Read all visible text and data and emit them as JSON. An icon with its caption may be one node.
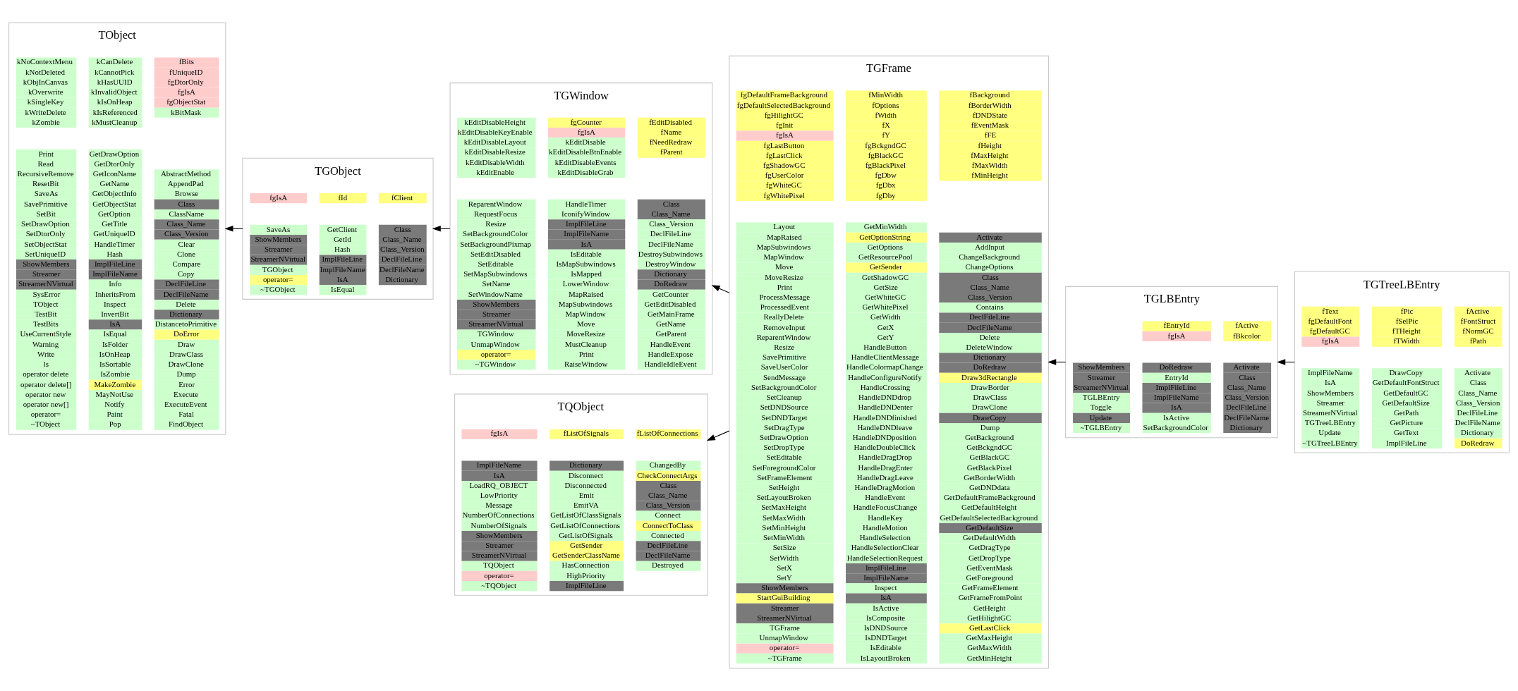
{
  "diagram": {
    "nodes": [
      {
        "text": [
          "TObject",
          "kNoContextMenu",
          "kNotDeleted",
          "kObjInCanvas",
          "kOverwrite",
          "kSingleKey",
          "kWriteDelete",
          "kZombie",
          "kCanDelete",
          "kCannotPick",
          "kHasUUID",
          "kInvalidObject",
          "kIsOnHeap",
          "kIsReferenced",
          "kMustCleanup",
          "fBits",
          "fUniqueID",
          "fgDtorOnly",
          "fgIsA",
          "fgObjectStat",
          "kBitMask",
          "Print",
          "Read",
          "RecursiveRemove",
          "ResetBit",
          "SaveAs",
          "SavePrimitive",
          "SetBit",
          "SetDrawOption",
          "SetDtorOnly",
          "SetObjectStat",
          "SetUniqueID",
          "ShowMembers",
          "Streamer",
          "StreamerNVirtual",
          "SysError",
          "TObject",
          "TestBit",
          "TestBits",
          "UseCurrentStyle",
          "Warning",
          "Write",
          "ls",
          "operator delete",
          "operator delete[]",
          "operator new",
          "operator new[]",
          "operator=",
          "~TObject",
          "GetDrawOption",
          "GetDtorOnly",
          "GetIconName",
          "GetName",
          "GetObjectInfo",
          "GetObjectStat",
          "GetOption",
          "GetTitle",
          "GetUniqueID",
          "HandleTimer",
          "Hash",
          "ImplFileLine",
          "ImplFileName",
          "Info",
          "InheritsFrom",
          "Inspect",
          "InvertBit",
          "IsA",
          "IsEqual",
          "IsFolder",
          "IsOnHeap",
          "IsSortable",
          "IsZombie",
          "MakeZombie",
          "MayNotUse",
          "Notify",
          "Paint",
          "Pop",
          "AbstractMethod",
          "AppendPad",
          "Browse",
          "Class",
          "ClassName",
          "Class_Name",
          "Class_Version",
          "Clear",
          "Clone",
          "Compare",
          "Copy",
          "DeclFileLine",
          "DeclFileName",
          "Delete",
          "Dictionary",
          "DistancetoPrimitive",
          "DoError",
          "Draw",
          "DrawClass",
          "DrawClone",
          "Dump",
          "Error",
          "Execute",
          "ExecuteEvent",
          "Fatal",
          "FindObject"
        ]
      },
      {
        "text": [
          "TGObject",
          "fgIsA",
          "fId",
          "fClient",
          "SaveAs",
          "ShowMembers",
          "Streamer",
          "StreamerNVirtual",
          "TGObject",
          "operator=",
          "~TGObject",
          "GetClient",
          "GetId",
          "Hash",
          "ImplFileLine",
          "ImplFileName",
          "IsA",
          "IsEqual",
          "Class",
          "Class_Name",
          "Class_Version",
          "DeclFileLine",
          "DeclFileName",
          "Dictionary"
        ]
      },
      {
        "text": [
          "TGWindow",
          "kEditDisableHeight",
          "kEditDisableKeyEnable",
          "kEditDisableLayout",
          "kEditDisableResize",
          "kEditDisableWidth",
          "kEditEnable",
          "fgCounter",
          "fgIsA",
          "kEditDisable",
          "kEditDisableBtnEnable",
          "kEditDisableEvents",
          "kEditDisableGrab",
          "fEditDisabled",
          "fName",
          "fNeedRedraw",
          "fParent",
          "ReparentWindow",
          "RequestFocus",
          "Resize",
          "SetBackgroundColor",
          "SetBackgroundPixmap",
          "SetEditDisabled",
          "SetEditable",
          "SetMapSubwindows",
          "SetName",
          "SetWindowName",
          "ShowMembers",
          "Streamer",
          "StreamerNVirtual",
          "TGWindow",
          "UnmapWindow",
          "operator=",
          "~TGWindow",
          "HandleTimer",
          "IconifyWindow",
          "ImplFileLine",
          "ImplFileName",
          "IsA",
          "IsEditable",
          "IsMapSubwindows",
          "IsMapped",
          "LowerWindow",
          "MapRaised",
          "MapSubwindows",
          "MapWindow",
          "Move",
          "MoveResize",
          "MustCleanup",
          "Print",
          "RaiseWindow",
          "Class",
          "Class_Name",
          "Class_Version",
          "DeclFileLine",
          "DeclFileName",
          "DestroySubwindows",
          "DestroyWindow",
          "Dictionary",
          "DoRedraw",
          "GetCounter",
          "GetEditDisabled",
          "GetMainFrame",
          "GetName",
          "GetParent",
          "HandleEvent",
          "HandleExpose",
          "HandleIdleEvent"
        ]
      },
      {
        "text": [
          "TGFrame",
          "fgDefaultFrameBackground",
          "fgDefaultSelectedBackground",
          "fgHilightGC",
          "fgInit",
          "fgIsA",
          "fgLastButton",
          "fgLastClick",
          "fgShadowGC",
          "fgUserColor",
          "fgWhiteGC",
          "fgWhitePixel",
          "fMinWidth",
          "fOptions",
          "fWidth",
          "fX",
          "fY",
          "fgBckgndGC",
          "fgBlackGC",
          "fgBlackPixel",
          "fgDbw",
          "fgDbx",
          "fgDby",
          "fBackground",
          "fBorderWidth",
          "fDNDState",
          "fEventMask",
          "fFE",
          "fHeight",
          "fMaxHeight",
          "fMaxWidth",
          "fMinHeight",
          "Layout",
          "MapRaised",
          "MapSubwindows",
          "MapWindow",
          "Move",
          "MoveResize",
          "Print",
          "ProcessMessage",
          "ProcessedEvent",
          "ReallyDelete",
          "RemoveInput",
          "ReparentWindow",
          "Resize",
          "SavePrimitive",
          "SaveUserColor",
          "SendMessage",
          "SetBackgroundColor",
          "SetCleanup",
          "SetDNDSource",
          "SetDNDTarget",
          "SetDragType",
          "SetDrawOption",
          "SetDropType",
          "SetEditable",
          "SetForegroundColor",
          "SetFrameElement",
          "SetHeight",
          "SetLayoutBroken",
          "SetMaxHeight",
          "SetMaxWidth",
          "SetMinHeight",
          "SetMinWidth",
          "SetSize",
          "SetWidth",
          "SetX",
          "SetY",
          "ShowMembers",
          "StartGuiBuilding",
          "Streamer",
          "StreamerNVirtual",
          "TGFrame",
          "UnmapWindow",
          "operator=",
          "~TGFrame",
          "GetMinWidth",
          "GetOptionString",
          "GetOptions",
          "GetResourcePool",
          "GetSender",
          "GetShadowGC",
          "GetSize",
          "GetWhiteGC",
          "GetWhitePixel",
          "GetWidth",
          "GetX",
          "GetY",
          "HandleButton",
          "HandleClientMessage",
          "HandleColormapChange",
          "HandleConfigureNotify",
          "HandleCrossing",
          "HandleDNDdrop",
          "HandleDNDenter",
          "HandleDNDfinished",
          "HandleDNDleave",
          "HandleDNDposition",
          "HandleDoubleClick",
          "HandleDragDrop",
          "HandleDragEnter",
          "HandleDragLeave",
          "HandleDragMotion",
          "HandleEvent",
          "HandleFocusChange",
          "HandleKey",
          "HandleMotion",
          "HandleSelection",
          "HandleSelectionClear",
          "HandleSelectionRequest",
          "ImplFileLine",
          "ImplFileName",
          "Inspect",
          "IsA",
          "IsActive",
          "IsComposite",
          "IsDNDSource",
          "IsDNDTarget",
          "IsEditable",
          "IsLayoutBroken",
          "Activate",
          "AddInput",
          "ChangeBackground",
          "ChangeOptions",
          "Class",
          "Class_Name",
          "Class_Version",
          "Contains",
          "DeclFileLine",
          "DeclFileName",
          "Delete",
          "DeleteWindow",
          "Dictionary",
          "DoRedraw",
          "Draw3dRectangle",
          "DrawBorder",
          "DrawClass",
          "DrawClone",
          "DrawCopy",
          "Dump",
          "GetBackground",
          "GetBckgndGC",
          "GetBlackGC",
          "GetBlackPixel",
          "GetBorderWidth",
          "GetDNDdata",
          "GetDefaultFrameBackground",
          "GetDefaultHeight",
          "GetDefaultSelectedBackground",
          "GetDefaultSize",
          "GetDefaultWidth",
          "GetDragType",
          "GetDropType",
          "GetEventMask",
          "GetForeground",
          "GetFrameElement",
          "GetFrameFromPoint",
          "GetHeight",
          "GetHilightGC",
          "GetLastClick",
          "GetMaxHeight",
          "GetMaxWidth",
          "GetMinHeight"
        ]
      },
      {
        "text": [
          "TGLBEntry",
          "fEntryId",
          "fgIsA",
          "fActive",
          "fBkcolor",
          "ShowMembers",
          "Streamer",
          "StreamerNVirtual",
          "TGLBEntry",
          "Toggle",
          "Update",
          "~TGLBEntry",
          "DoRedraw",
          "EntryId",
          "ImplFileLine",
          "ImplFileName",
          "IsA",
          "IsActive",
          "SetBackgroundColor",
          "Activate",
          "Class",
          "Class_Name",
          "Class_Version",
          "DeclFileLine",
          "DeclFileName",
          "Dictionary"
        ]
      },
      {
        "text": [
          "TGTreeLBEntry",
          "fText",
          "fgDefaultFont",
          "fgDefaultGC",
          "fgIsA",
          "fPic",
          "fSelPic",
          "fTHeight",
          "fTWidth",
          "fActive",
          "fFontStruct",
          "fNormGC",
          "fPath",
          "ImplFileName",
          "IsA",
          "ShowMembers",
          "Streamer",
          "StreamerNVirtual",
          "TGTreeLBEntry",
          "Update",
          "~TGTreeLBEntry",
          "DrawCopy",
          "GetDefaultFontStruct",
          "GetDefaultGC",
          "GetDefaultSize",
          "GetPath",
          "GetPicture",
          "GetText",
          "ImplFileLine",
          "Activate",
          "Class",
          "Class_Name",
          "Class_Version",
          "DeclFileLine",
          "DeclFileName",
          "Dictionary",
          "DoRedraw"
        ]
      },
      {
        "text": [
          "TQObject",
          "fgIsA",
          "fListOfSignals",
          "fListOfConnections",
          "ImplFileName",
          "IsA",
          "LoadRQ_OBJECT",
          "LowPriority",
          "Message",
          "NumberOfConnections",
          "NumberOfSignals",
          "ShowMembers",
          "Streamer",
          "StreamerNVirtual",
          "TQObject",
          "operator=",
          "~TQObject",
          "Dictionary",
          "Disconnect",
          "Disconnected",
          "Emit",
          "EmitVA",
          "GetListOfClassSignals",
          "GetListOfConnections",
          "GetListOfSignals",
          "GetSender",
          "GetSenderClassName",
          "HasConnection",
          "HighPriority",
          "ImplFileLine",
          "ChangedBy",
          "CheckConnectArgs",
          "Class",
          "Class_Name",
          "Class_Version",
          "Connect",
          "ConnectToClass",
          "Connected",
          "DeclFileLine",
          "DeclFileName",
          "Destroyed"
        ]
      }
    ],
    "edges": [
      {
        "from": 1,
        "to": 0,
        "arrow": "to"
      },
      {
        "from": 2,
        "to": 1,
        "arrow": "to"
      },
      {
        "from": 3,
        "to": 2,
        "arrow": "to"
      },
      {
        "from": 3,
        "to": 6,
        "arrow": "to"
      },
      {
        "from": 4,
        "to": 3,
        "arrow": "to"
      },
      {
        "from": 5,
        "to": 4,
        "arrow": "to"
      }
    ]
  }
}
